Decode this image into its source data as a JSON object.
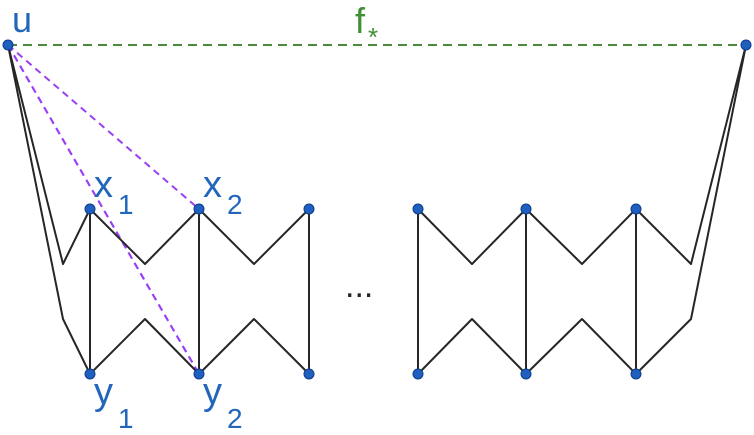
{
  "labels": {
    "u": "u",
    "f": "f",
    "f_sub": "*",
    "x": "x",
    "x1_sub": "1",
    "x2_sub": "2",
    "y": "y",
    "y1_sub": "1",
    "y2_sub": "2",
    "ellipsis": "..."
  },
  "colors": {
    "vertex_fill": "#1f5fbf",
    "vertex_stroke": "#0d3d8a",
    "edge": "#262626",
    "label_blue": "#2266bb",
    "f_edge": "#4a8a3c",
    "f_label": "#3f8f35",
    "chord": "#9b3ff5"
  }
}
